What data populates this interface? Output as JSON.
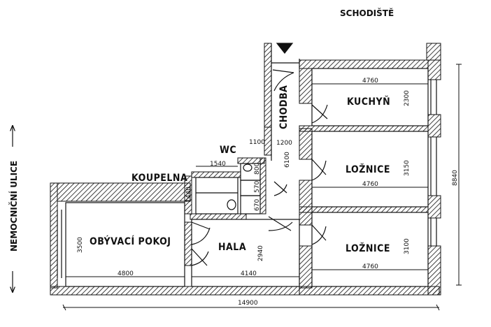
{
  "labels": {
    "stairs": "SCHODIŠTĚ",
    "street": "NEMOCNIČNÍ ULICE",
    "corridor": "CHODBA",
    "kitchen": "KUCHYŇ",
    "bedroom1": "LOŽNICE",
    "bedroom2": "LOŽNICE",
    "bathroom": "KOUPELNA",
    "wc": "WC",
    "living": "OBÝVACÍ POKOJ",
    "hall": "HALA"
  },
  "dimensions": {
    "total_width": "14900",
    "total_height": "8840",
    "kitchen_w": "4760",
    "kitchen_h": "2300",
    "bed1_w": "4760",
    "bed1_h": "3150",
    "bed2_w": "4760",
    "bed2_h": "3100",
    "living_w": "4800",
    "living_h": "3500",
    "hall_w": "4140",
    "hall_h": "2940",
    "corridor_w": "1100",
    "corridor_h": "6100",
    "d1200": "1200",
    "bath_w": "1540",
    "bath_h": "1440",
    "wc_h": "800",
    "d570": "570",
    "d670": "670"
  }
}
